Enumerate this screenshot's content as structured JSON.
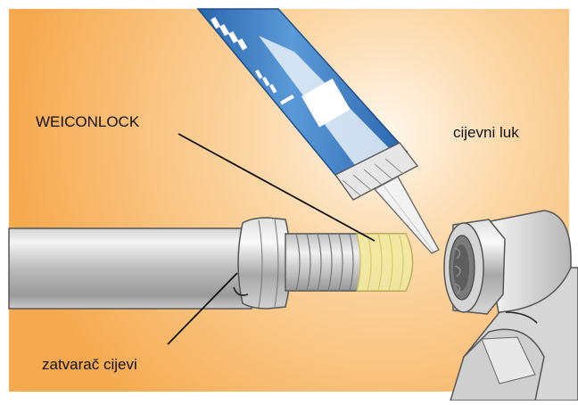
{
  "labels": {
    "weiconlock": "WEICONLOCK",
    "pipe_bend": "cijevni luk",
    "pipe_cap": "zatvarač cijevi"
  },
  "colors": {
    "background_orange": "#F6A94E",
    "background_light": "#FFF3E2",
    "tube_blue": "#2F73BE",
    "metal_light": "#E9E9E9",
    "metal_dark": "#8E8E8E",
    "sealant_yellow": "#F3E9A0",
    "leader_line": "#111111"
  },
  "icons": [
    "sealant-tube-icon",
    "pipe-cap-icon",
    "pipe-bend-icon"
  ]
}
